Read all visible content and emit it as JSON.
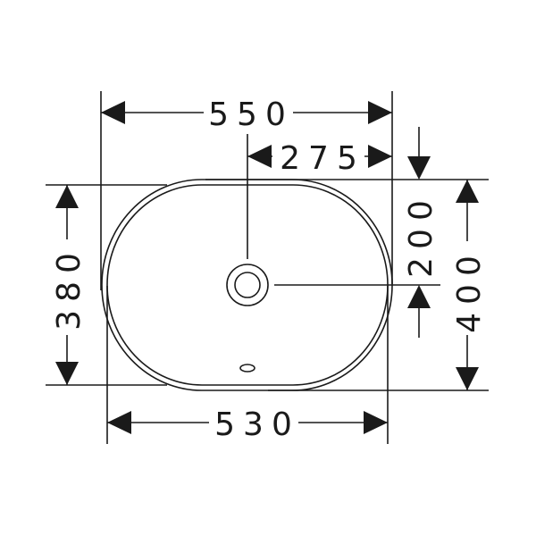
{
  "drawing": {
    "title": "Oval washbasin dimension drawing",
    "dimensions": {
      "overall_width": "550",
      "center_to_edge": "275",
      "center_to_back": "200",
      "overall_depth": "400",
      "inner_depth": "380",
      "inner_width": "530"
    },
    "colors": {
      "line": "#1a1a1a",
      "background": "#ffffff"
    }
  }
}
